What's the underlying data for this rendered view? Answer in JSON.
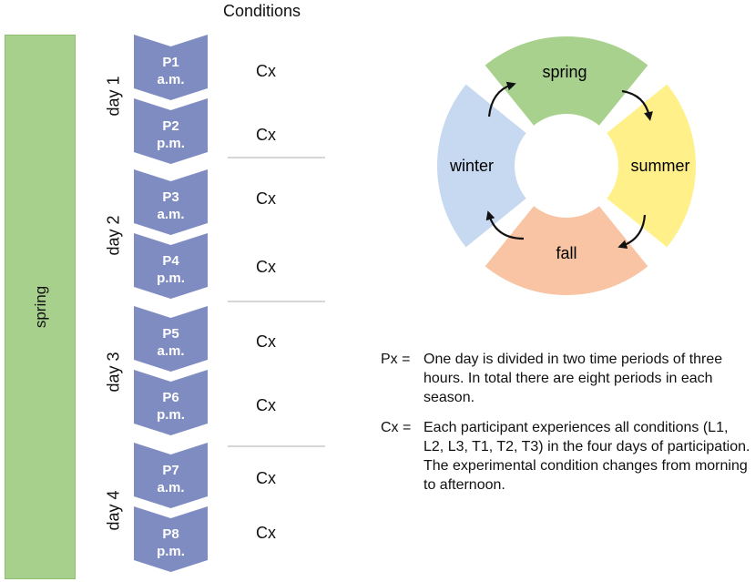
{
  "header": {
    "conditions": "Conditions"
  },
  "season_bar": {
    "label": "spring",
    "color": "#a8d08d"
  },
  "chevron_color": "#7f8cc2",
  "periods": [
    {
      "id": "P1",
      "time": "a.m.",
      "condition": "Cx"
    },
    {
      "id": "P2",
      "time": "p.m.",
      "condition": "Cx"
    },
    {
      "id": "P3",
      "time": "a.m.",
      "condition": "Cx"
    },
    {
      "id": "P4",
      "time": "p.m.",
      "condition": "Cx"
    },
    {
      "id": "P5",
      "time": "a.m.",
      "condition": "Cx"
    },
    {
      "id": "P6",
      "time": "p.m.",
      "condition": "Cx"
    },
    {
      "id": "P7",
      "time": "a.m.",
      "condition": "Cx"
    },
    {
      "id": "P8",
      "time": "p.m.",
      "condition": "Cx"
    }
  ],
  "days": [
    "day 1",
    "day 2",
    "day 3",
    "day 4"
  ],
  "cycle": {
    "spring": {
      "label": "spring",
      "color": "#a9d18e"
    },
    "summer": {
      "label": "summer",
      "color": "#fff08a"
    },
    "fall": {
      "label": "fall",
      "color": "#f8c4a4"
    },
    "winter": {
      "label": "winter",
      "color": "#c6d9f1"
    }
  },
  "legend": [
    {
      "key": "Px =",
      "text": "One day is divided in two time periods of three hours. In total there are eight periods in each season."
    },
    {
      "key": "Cx =",
      "text": "Each participant experiences all conditions (L1, L2, L3, T1, T2, T3) in the four days of participation. The experimental condition changes from morning to afternoon."
    }
  ]
}
